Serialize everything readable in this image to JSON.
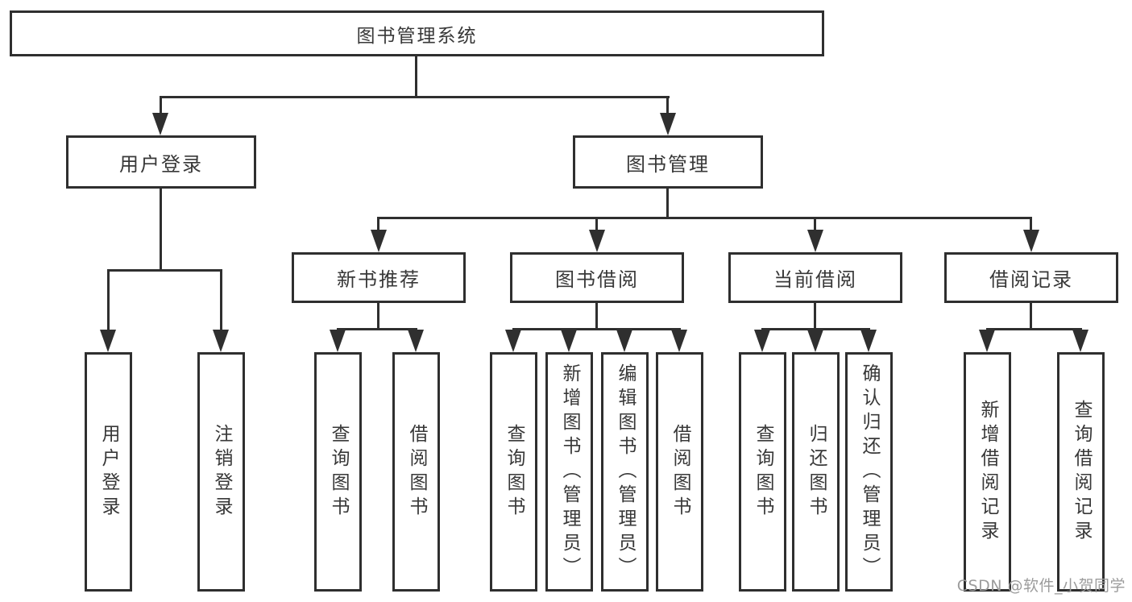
{
  "title": "图书管理系统",
  "level2": [
    "用户登录",
    "图书管理"
  ],
  "level3": [
    "新书推荐",
    "图书借阅",
    "当前借阅",
    "借阅记录"
  ],
  "leaves": [
    "用户登录",
    "注销登录",
    "查询图书",
    "借阅图书",
    "查询图书",
    "新增图书（管理员）",
    "编辑图书（管理员）",
    "借阅图书",
    "查询图书",
    "归还图书",
    "确认归还（管理员）",
    "新增借阅记录",
    "查询借阅记录"
  ],
  "tree": {
    "root": "图书管理系统",
    "children": [
      {
        "label": "用户登录",
        "children": [
          "用户登录",
          "注销登录"
        ]
      },
      {
        "label": "图书管理",
        "children": [
          {
            "label": "新书推荐",
            "children": [
              "查询图书",
              "借阅图书"
            ]
          },
          {
            "label": "图书借阅",
            "children": [
              "查询图书",
              "新增图书（管理员）",
              "编辑图书（管理员）",
              "借阅图书"
            ]
          },
          {
            "label": "当前借阅",
            "children": [
              "查询图书",
              "归还图书",
              "确认归还（管理员）"
            ]
          },
          {
            "label": "借阅记录",
            "children": [
              "新增借阅记录",
              "查询借阅记录"
            ]
          }
        ]
      }
    ]
  },
  "watermark": "CSDN @软件_小贺同学",
  "colors": {
    "line": "#2f2f2f",
    "text": "#383838",
    "watermark": "#9c9c9c",
    "background": "#ffffff"
  }
}
